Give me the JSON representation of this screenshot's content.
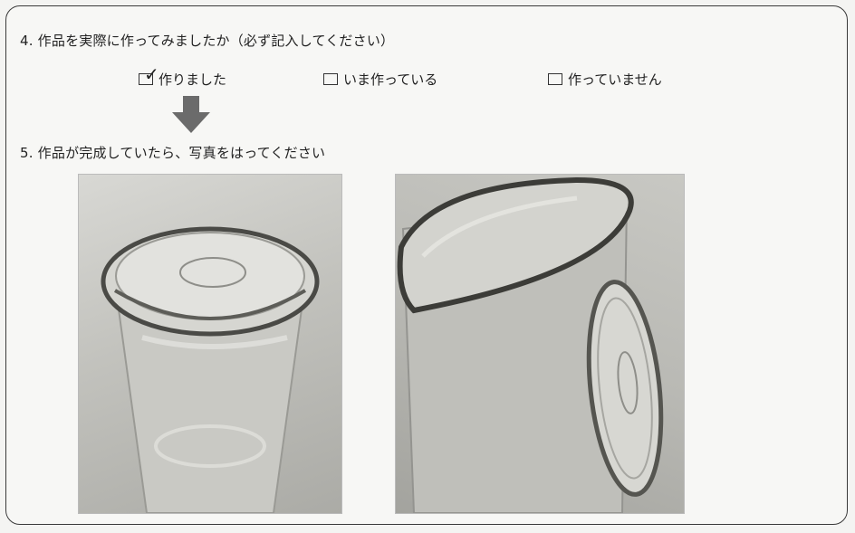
{
  "question4": {
    "title": "4. 作品を実際に作ってみましたか（必ず記入してください）",
    "options": [
      {
        "label": "作りました",
        "checked": true
      },
      {
        "label": "いま作っている",
        "checked": false
      },
      {
        "label": "作っていません",
        "checked": false
      }
    ]
  },
  "question5": {
    "title": "5. 作品が完成していたら、写真をはってください"
  },
  "colors": {
    "ink": "#222222",
    "frame": "#3a3a3a",
    "arrow": "#6b6b6b"
  }
}
